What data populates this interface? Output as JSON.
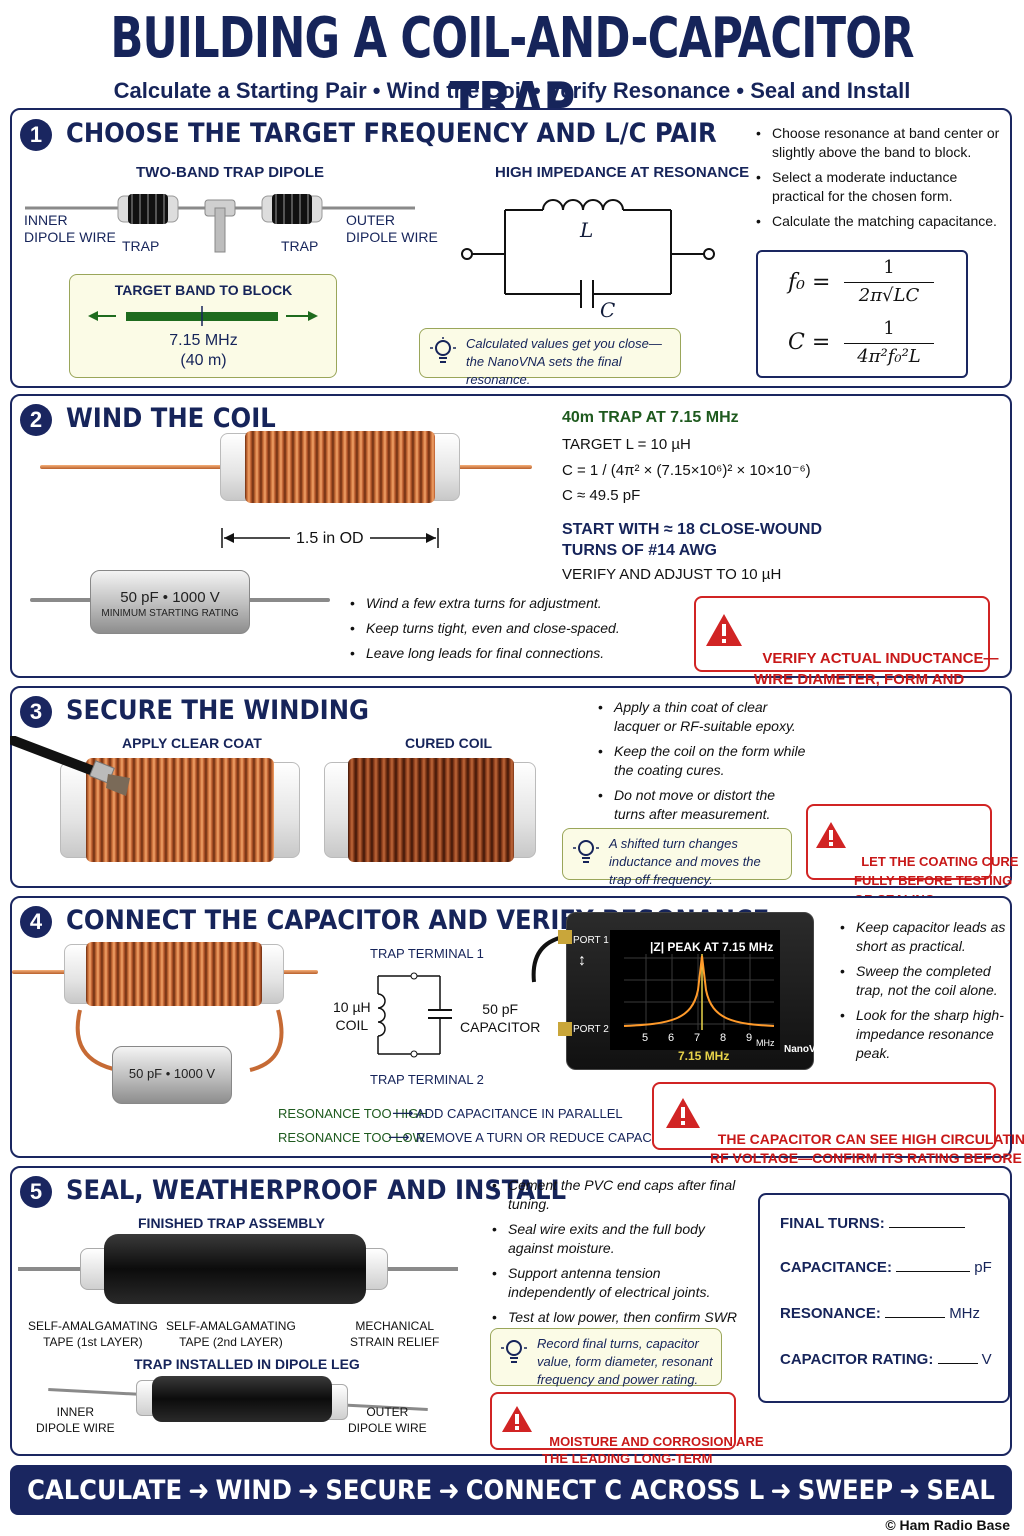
{
  "header": {
    "title": "BUILDING A COIL-AND-CAPACITOR TRAP",
    "subtitle": "Calculate a Starting Pair  •  Wind the Coil  •  Verify Resonance  •  Seal and Install"
  },
  "step1": {
    "num": "1",
    "title": "CHOOSE THE TARGET FREQUENCY AND L/C PAIR",
    "dipole_title": "TWO-BAND TRAP DIPOLE",
    "inner_wire": "INNER\nDIPOLE WIRE",
    "outer_wire": "OUTER\nDIPOLE WIRE",
    "trap_left": "TRAP",
    "trap_right": "TRAP",
    "band_title": "TARGET BAND TO BLOCK",
    "band_freq": "7.15 MHz",
    "band_name": "(40 m)",
    "circuit_title": "HIGH IMPEDANCE AT RESONANCE",
    "L_label": "L",
    "C_label": "C",
    "tip": "Calculated values get you close—the NanoVNA sets the final resonance.",
    "bullets": [
      "Choose resonance at band center or slightly above the band to block.",
      "Select a moderate inductance practical for the chosen form.",
      "Calculate the matching capacitance."
    ],
    "formula1_lhs": "f₀  =",
    "formula1_num": "1",
    "formula1_den": "2π√LC",
    "formula2_lhs": "C  =",
    "formula2_num": "1",
    "formula2_den": "4π²f₀²L"
  },
  "step2": {
    "num": "2",
    "title": "WIND THE COIL",
    "od_label": "1.5 in OD",
    "cap_label1": "50 pF • 1000 V",
    "cap_label2": "MINIMUM STARTING RATING",
    "calc_title": "40m TRAP AT 7.15 MHz",
    "calc_lines": [
      "TARGET L = 10 µH",
      "C = 1 / (4π² × (7.15×10⁶)² × 10×10⁻⁶)",
      "C ≈ 49.5 pF"
    ],
    "start_title": "START WITH ≈ 18 CLOSE-WOUND\nTURNS OF #14 AWG",
    "verify": "VERIFY AND ADJUST TO 10 µH",
    "bullets": [
      "Wind a few extra turns for adjustment.",
      "Keep turns tight, even and close-spaced.",
      "Leave long leads for final connections."
    ],
    "warning": "VERIFY ACTUAL INDUCTANCE—\nWIRE DIAMETER, FORM AND\nSPACING CHANGE THE RESULT."
  },
  "step3": {
    "num": "3",
    "title": "SECURE THE WINDING",
    "apply_label": "APPLY CLEAR COAT",
    "cured_label": "CURED COIL",
    "bullets": [
      "Apply a thin coat of clear lacquer or RF-suitable epoxy.",
      "Keep the coil on the form while the coating cures.",
      "Do not move or distort the turns after measurement."
    ],
    "tip": "A shifted turn changes inductance and moves the trap off frequency.",
    "warning": "LET THE COATING CURE\nFULLY BEFORE TESTING\nOR SEALING."
  },
  "step4": {
    "num": "4",
    "title": "CONNECT THE CAPACITOR AND VERIFY RESONANCE",
    "cap_label": "50 pF • 1000 V",
    "term1": "TRAP TERMINAL 1",
    "term2": "TRAP TERMINAL 2",
    "coil_value": "10 µH\nCOIL",
    "cap_value": "50 pF\nCAPACITOR",
    "res_high": "RESONANCE TOO HIGH",
    "res_high_fix": "ADD CAPACITANCE IN PARALLEL",
    "res_low": "RESONANCE TOO LOW",
    "res_low_fix": "REMOVE A TURN OR REDUCE CAPACITANCE",
    "vna_title": "|Z| PEAK AT 7.15 MHz",
    "vna_port1": "PORT 1",
    "vna_port2": "PORT 2",
    "vna_ticks": [
      "5",
      "6",
      "7",
      "8",
      "9"
    ],
    "vna_unit": "MHz",
    "vna_marker": "7.15 MHz",
    "vna_brand": "NanoVNA",
    "bullets": [
      "Keep capacitor leads as short as practical.",
      "Sweep the completed trap, not the coil alone.",
      "Look for the sharp high-impedance resonance peak."
    ],
    "warning": "THE CAPACITOR CAN SEE HIGH CIRCULATING\nRF VOLTAGE—CONFIRM ITS RATING BEFORE\nTRANSMITTING."
  },
  "step5": {
    "num": "5",
    "title": "SEAL, WEATHERPROOF AND INSTALL",
    "assembly_title": "FINISHED TRAP ASSEMBLY",
    "tape1": "SELF-AMALGAMATING\nTAPE (1st LAYER)",
    "tape2": "SELF-AMALGAMATING\nTAPE (2nd LAYER)",
    "strain": "MECHANICAL\nSTRAIN RELIEF",
    "installed_title": "TRAP INSTALLED IN DIPOLE LEG",
    "inner_wire": "INNER\nDIPOLE WIRE",
    "outer_wire": "OUTER\nDIPOLE WIRE",
    "bullets": [
      "Cement the PVC end caps after final tuning.",
      "Seal wire exits and the full body against moisture.",
      "Support antenna tension independently of electrical joints.",
      "Test at low power, then confirm SWR on both bands."
    ],
    "tip": "Record final turns, capacitor value, form diameter, resonant frequency and power rating.",
    "warning": "MOISTURE AND CORROSION ARE\nTHE LEADING LONG-TERM\nFAILURE MODES.",
    "record": {
      "turns": "FINAL TURNS:",
      "capacitance": "CAPACITANCE:",
      "cap_unit": "pF",
      "resonance": "RESONANCE:",
      "res_unit": "MHz",
      "rating": "CAPACITOR RATING:",
      "rating_unit": "V"
    }
  },
  "footer": {
    "steps": [
      "CALCULATE",
      "WIND",
      "SECURE",
      "CONNECT C ACROSS L",
      "SWEEP",
      "SEAL"
    ],
    "copyright": "© Ham Radio Base"
  },
  "colors": {
    "navy": "#1a2660",
    "warning_red": "#c81818",
    "band_green": "#1e6b1e",
    "copper": "#c66a34"
  }
}
